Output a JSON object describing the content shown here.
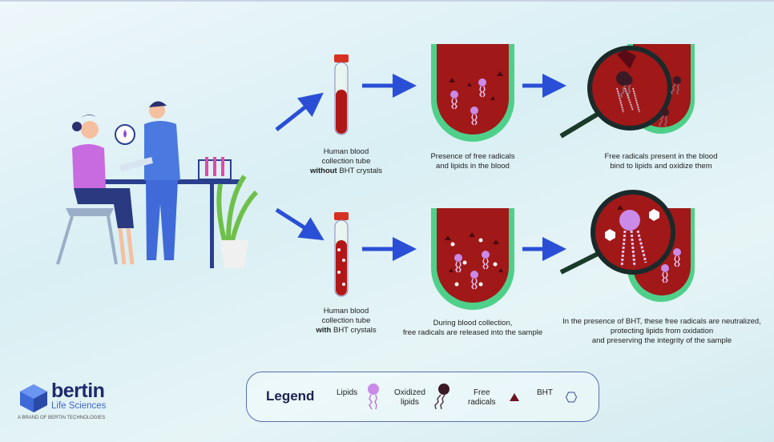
{
  "top_row": {
    "tube_caption": [
      "Human blood",
      "collection tube",
      "without",
      " BHT crystals"
    ],
    "beaker_caption": [
      "Presence of free radicals",
      "and lipids in the blood"
    ],
    "magnified_caption": [
      "Free radicals present in the blood",
      "bind to lipids and oxidize them"
    ]
  },
  "bottom_row": {
    "tube_caption": [
      "Human blood",
      "collection tube",
      "with",
      " BHT crystals"
    ],
    "beaker_caption": [
      "During blood collection,",
      "free radicals are released into the sample"
    ],
    "magnified_caption": [
      "In the presence of BHT, these free radicals are neutralized,",
      "protecting lipids from oxidation",
      "and preserving the integrity of the sample"
    ]
  },
  "legend": {
    "title": "Legend",
    "items": [
      {
        "label_1": "Lipids",
        "label_2": "",
        "icon": "lipid-icon"
      },
      {
        "label_1": "Oxidized",
        "label_2": "lipids",
        "icon": "oxidized-lipid-icon"
      },
      {
        "label_1": "Free",
        "label_2": "radicals",
        "icon": "free-radical-triangle-icon"
      },
      {
        "label_1": "BHT",
        "label_2": "",
        "icon": "bht-hexagon-icon"
      }
    ]
  },
  "logo": {
    "name": "bertin",
    "sub": "Life Sciences",
    "brand": "A BRAND OF BERTIN TECHNOLOGIES"
  },
  "colors": {
    "blood": "#a01818",
    "rim": "#4fd08a",
    "arrow": "#2a4fd6",
    "lipid": "#c98ae8",
    "oxidized": "#3a1a25",
    "radical": "#6b1420"
  }
}
